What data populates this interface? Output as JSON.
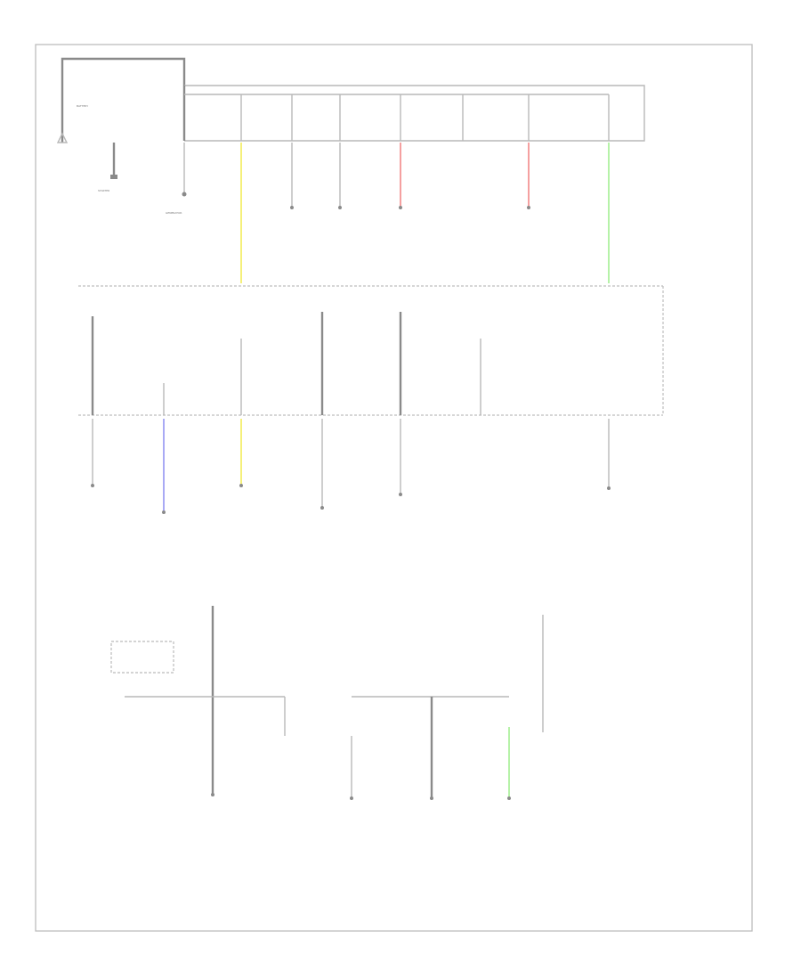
{
  "page_id": "",
  "batteries": {
    "battery_label": "BATTERY",
    "starter_label": "STARTER",
    "generator_label": "GENERATOR"
  },
  "boxes": {
    "upper": "",
    "middle": "",
    "relay": "",
    "lower": ""
  },
  "colors": {
    "yellow": "#f5f07a",
    "red": "#f5a0a0",
    "green": "#b6f2a8",
    "blue": "#a9aaf5"
  }
}
